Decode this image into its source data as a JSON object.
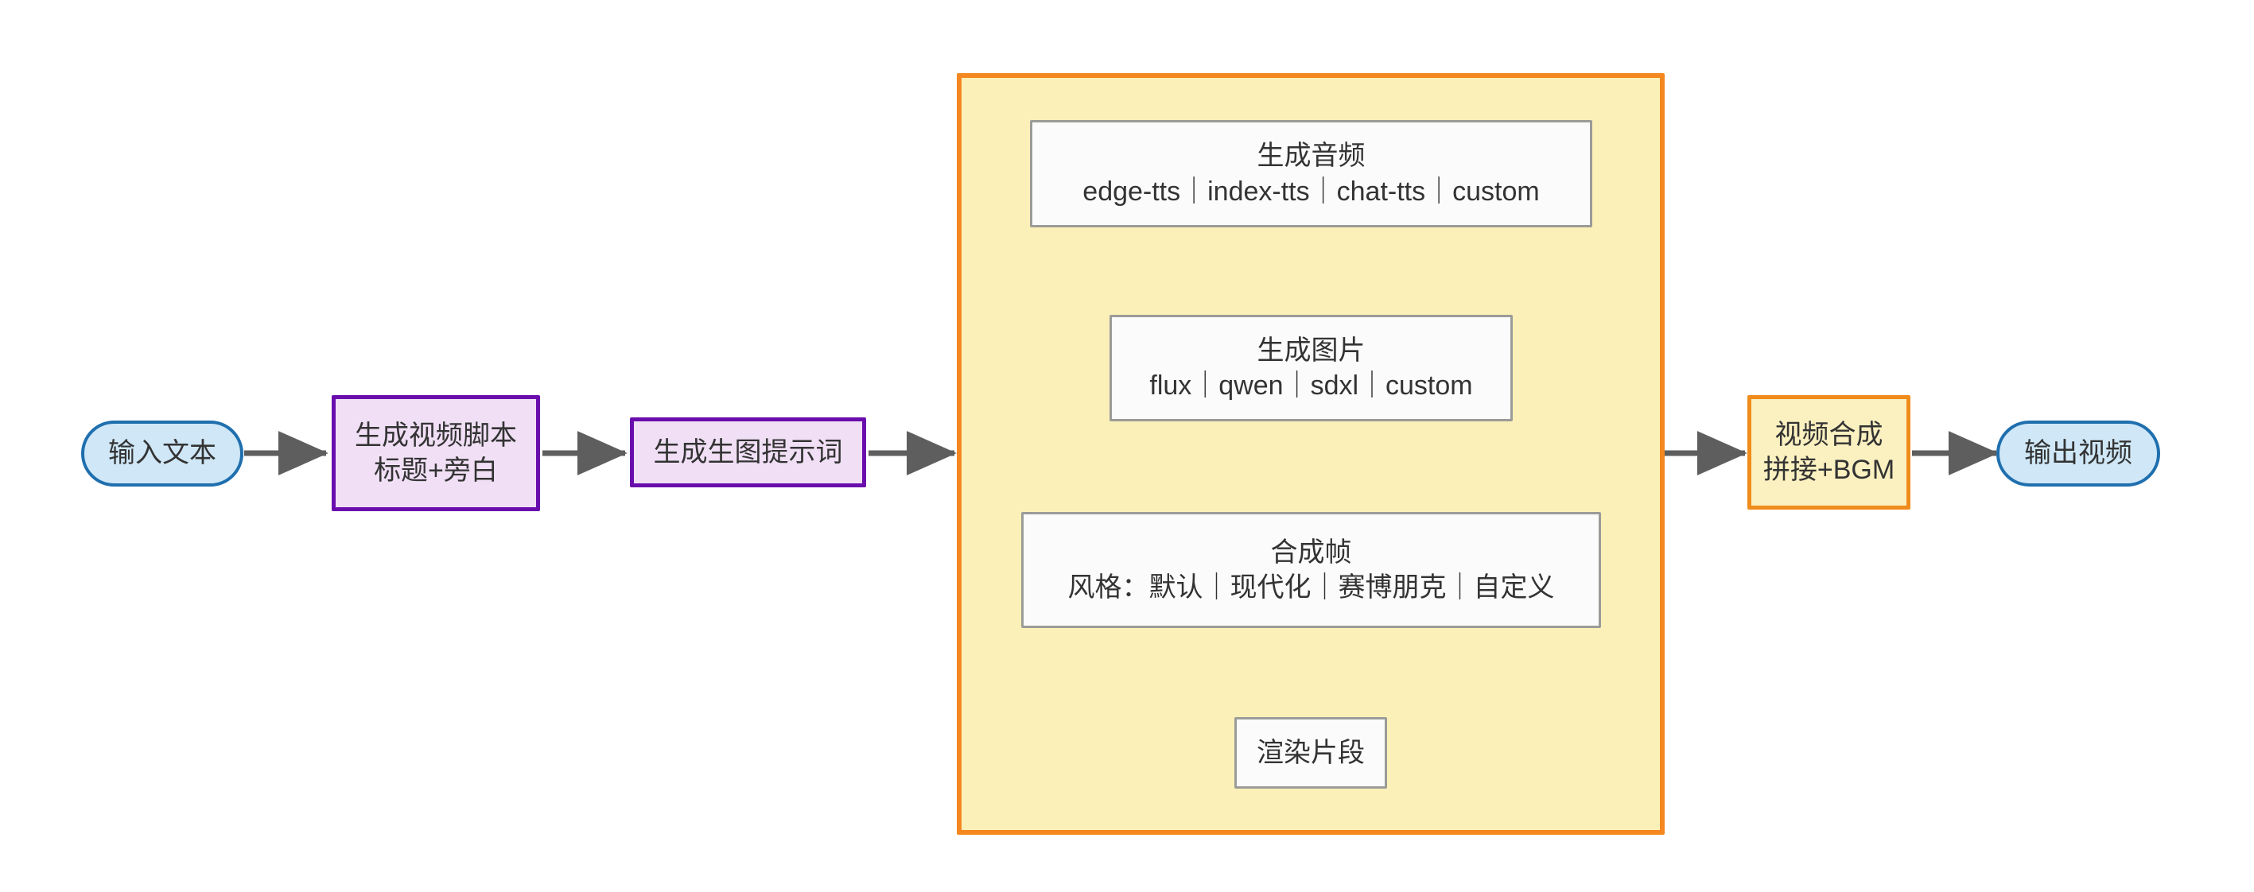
{
  "diagram": {
    "type": "flowchart",
    "direction": "left-to-right",
    "title": "",
    "colors": {
      "terminal_fill": "#cfe7f7",
      "terminal_stroke": "#1f6fae",
      "process_fill": "#f0dff5",
      "process_stroke": "#6a0dad",
      "highlight_fill": "#fbf0c0",
      "highlight_stroke": "#f08c1b",
      "plain_fill": "#fbfbfb",
      "plain_stroke": "#9b9b98",
      "subgraph_fill": "#fbf0b8",
      "subgraph_stroke": "#f4871f",
      "edge_stroke": "#5e5e5e",
      "text": "#333333"
    },
    "subgraph": {
      "label": ""
    },
    "nodes": [
      {
        "id": "input-text",
        "shape": "stadium",
        "label": "输入文本",
        "label_line2": ""
      },
      {
        "id": "generate-script",
        "shape": "process",
        "label": "生成视频脚本",
        "label_line2": "标题+旁白"
      },
      {
        "id": "generate-prompt",
        "shape": "process",
        "label": "生成生图提示词",
        "label_line2": ""
      },
      {
        "id": "generate-audio",
        "shape": "plain",
        "label": "生成音频",
        "label_line2": "edge-tts｜index-tts｜chat-tts｜custom"
      },
      {
        "id": "generate-image",
        "shape": "plain",
        "label": "生成图片",
        "label_line2": "flux｜qwen｜sdxl｜custom"
      },
      {
        "id": "compose-frame",
        "shape": "plain",
        "label": "合成帧",
        "label_line2": "风格：默认｜现代化｜赛博朋克｜自定义"
      },
      {
        "id": "render-clip",
        "shape": "plain",
        "label": "渲染片段",
        "label_line2": ""
      },
      {
        "id": "video-compose",
        "shape": "highlight",
        "label": "视频合成",
        "label_line2": "拼接+BGM"
      },
      {
        "id": "output-video",
        "shape": "stadium",
        "label": "输出视频",
        "label_line2": ""
      }
    ],
    "edges": [
      {
        "from": "input-text",
        "to": "generate-script",
        "label": ""
      },
      {
        "from": "generate-script",
        "to": "generate-prompt",
        "label": ""
      },
      {
        "from": "generate-prompt",
        "to": "generate-audio",
        "label": ""
      },
      {
        "from": "generate-audio",
        "to": "generate-image",
        "label": ""
      },
      {
        "from": "generate-image",
        "to": "compose-frame",
        "label": ""
      },
      {
        "from": "compose-frame",
        "to": "render-clip",
        "label": ""
      },
      {
        "from": "render-clip",
        "to": "video-compose",
        "label": ""
      },
      {
        "from": "video-compose",
        "to": "output-video",
        "label": ""
      }
    ]
  }
}
